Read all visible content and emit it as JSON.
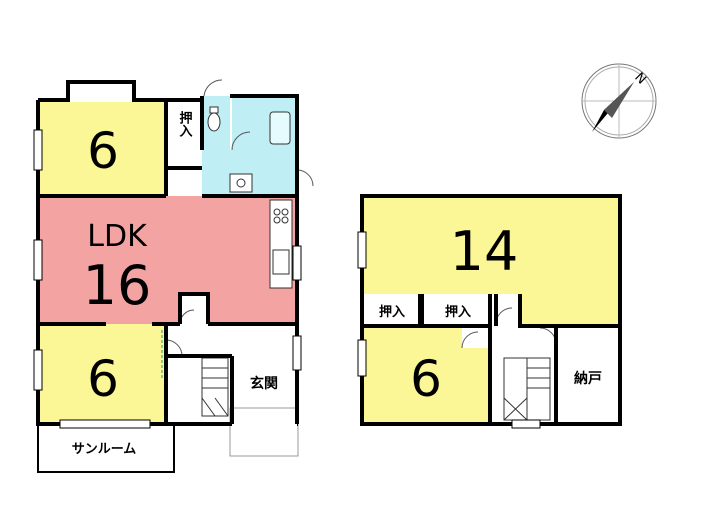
{
  "compass": {
    "north_label": "N"
  },
  "floor1": {
    "room_top_left": {
      "size": "6"
    },
    "closet_top": {
      "label": "押入"
    },
    "ldk": {
      "label": "LDK",
      "size": "16"
    },
    "room_bottom_left": {
      "size": "6"
    },
    "entrance": {
      "label": "玄関"
    },
    "sunroom": {
      "label": "サンルーム"
    }
  },
  "floor2": {
    "room_large": {
      "size": "14"
    },
    "closet_left": {
      "label": "押入"
    },
    "closet_right": {
      "label": "押入"
    },
    "room_small": {
      "size": "6"
    },
    "storage": {
      "label": "納戸"
    }
  },
  "colors": {
    "tatami_room": "#fbf696",
    "ldk": "#f4a3a3",
    "wet_area": "#bfeff5",
    "wall": "#000000",
    "white": "#ffffff"
  }
}
